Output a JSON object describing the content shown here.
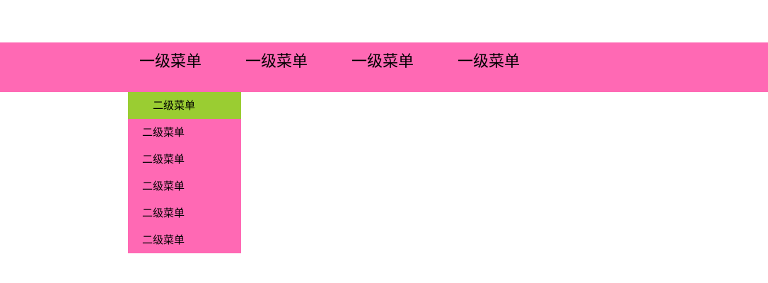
{
  "nav": {
    "items": [
      {
        "label": "一级菜单"
      },
      {
        "label": "一级菜单"
      },
      {
        "label": "一级菜单"
      },
      {
        "label": "一级菜单"
      }
    ]
  },
  "submenu": {
    "items": [
      {
        "label": "二级菜单",
        "active": true
      },
      {
        "label": "二级菜单"
      },
      {
        "label": "二级菜单"
      },
      {
        "label": "二级菜单"
      },
      {
        "label": "二级菜单"
      },
      {
        "label": "二级菜单"
      }
    ]
  },
  "colors": {
    "primary": "#ff69b4",
    "hover": "#9acd32"
  }
}
